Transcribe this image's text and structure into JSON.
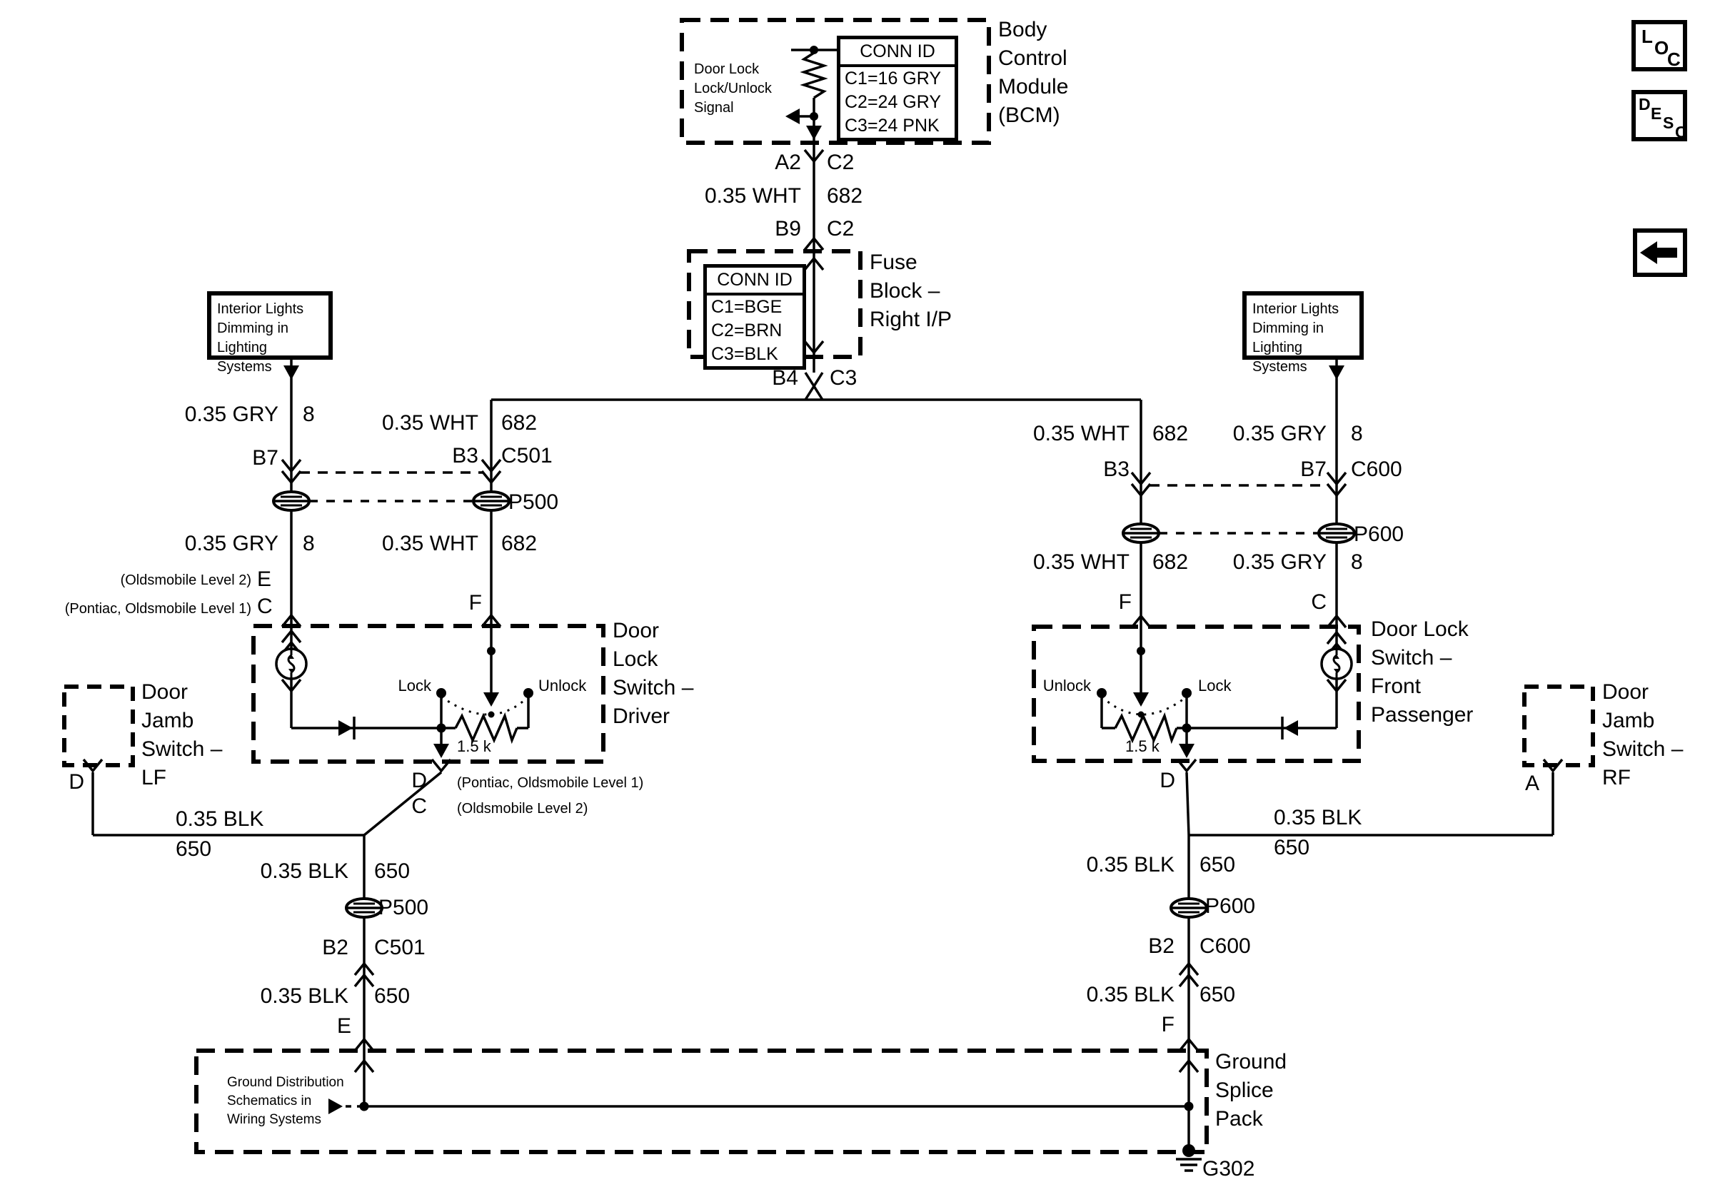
{
  "toolbar": {
    "loc_letters": [
      "L",
      "O",
      "C"
    ],
    "desc_letters": [
      "D",
      "E",
      "S",
      "C"
    ]
  },
  "bcm": {
    "signal_label": "Door Lock\nLock/Unlock\nSignal",
    "title": "Body\nControl\nModule\n(BCM)",
    "conn_id": {
      "header": "CONN ID",
      "rows": [
        "C1=16 GRY",
        "C2=24 GRY",
        "C3=24 PNK"
      ]
    },
    "pin_a2": "A2",
    "pin_c2_top": "C2",
    "wire": {
      "name": "0.35 WHT",
      "circuit": "682"
    },
    "pin_b9": "B9",
    "pin_c2_bottom": "C2"
  },
  "fuse_block": {
    "title": "Fuse\nBlock –\nRight I/P",
    "conn_id": {
      "header": "CONN ID",
      "rows": [
        "C1=BGE",
        "C2=BRN",
        "C3=BLK"
      ]
    },
    "pin_b4": "B4",
    "pin_c3": "C3"
  },
  "left": {
    "interior_lights": "Interior Lights\nDimming in\nLighting Systems",
    "gry_upper": {
      "name": "0.35 GRY",
      "circuit": "8"
    },
    "pin_b7": "B7",
    "wht_upper": {
      "name": "0.35 WHT",
      "circuit": "682"
    },
    "pin_b3": "B3",
    "conn_c501": "C501",
    "pass_through": "P500",
    "gry_lower": {
      "name": "0.35 GRY",
      "circuit": "8"
    },
    "wht_lower": {
      "name": "0.35 WHT",
      "circuit": "682"
    },
    "variant_e_note": "(Oldsmobile Level 2)",
    "variant_e_pin": "E",
    "variant_c_note": "(Pontiac, Oldsmobile Level 1)",
    "variant_c_pin": "C",
    "pin_f": "F",
    "switch": {
      "title": "Door\nLock\nSwitch –\nDriver",
      "lock": "Lock",
      "unlock": "Unlock",
      "resistor": "1.5 k"
    },
    "exit_pin_d": "D",
    "exit_note_d": "(Pontiac, Oldsmobile Level 1)",
    "exit_pin_c": "C",
    "exit_note_c": "(Oldsmobile Level 2)",
    "jamb": {
      "title": "Door\nJamb\nSwitch –\nLF",
      "pin": "D",
      "wire": {
        "name": "0.35 BLK",
        "circuit": "650"
      }
    },
    "blk_upper": {
      "name": "0.35 BLK",
      "circuit": "650"
    },
    "pass_through_lower": "P500",
    "pin_b2": "B2",
    "conn_c501_lower": "C501",
    "blk_lower": {
      "name": "0.35 BLK",
      "circuit": "650"
    },
    "ground_pin": "E"
  },
  "right": {
    "interior_lights": "Interior Lights\nDimming in\nLighting Systems",
    "wht_upper": {
      "name": "0.35 WHT",
      "circuit": "682"
    },
    "pin_b3": "B3",
    "gry_upper": {
      "name": "0.35 GRY",
      "circuit": "8"
    },
    "pin_b7": "B7",
    "conn_c600": "C600",
    "pass_through": "P600",
    "wht_lower": {
      "name": "0.35 WHT",
      "circuit": "682"
    },
    "gry_lower": {
      "name": "0.35 GRY",
      "circuit": "8"
    },
    "pin_f": "F",
    "pin_c": "C",
    "switch": {
      "title": "Door Lock\nSwitch –\nFront\nPassenger",
      "lock": "Lock",
      "unlock": "Unlock",
      "resistor": "1.5 k"
    },
    "exit_pin_d": "D",
    "jamb": {
      "title": "Door\nJamb\nSwitch –\nRF",
      "pin": "A",
      "wire": {
        "name": "0.35 BLK",
        "circuit": "650"
      }
    },
    "blk_upper": {
      "name": "0.35 BLK",
      "circuit": "650"
    },
    "pass_through_lower": "P600",
    "pin_b2": "B2",
    "conn_c600_lower": "C600",
    "blk_lower": {
      "name": "0.35 BLK",
      "circuit": "650"
    },
    "ground_pin": "F"
  },
  "ground": {
    "note": "Ground Distribution\nSchematics in\nWiring Systems",
    "title": "Ground\nSplice\nPack",
    "id": "G302"
  }
}
